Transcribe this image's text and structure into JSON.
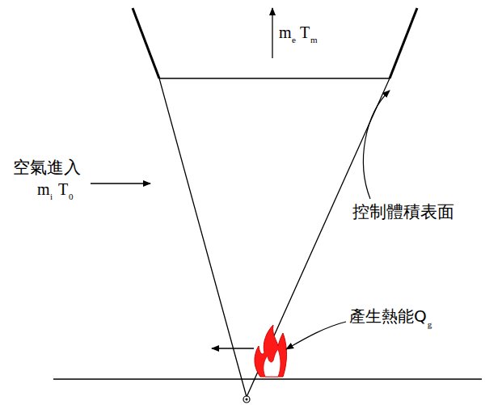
{
  "diagram": {
    "labels": [
      "空氣進入",
      "m",
      "i",
      "T",
      "0",
      "m",
      "e",
      "T",
      "m",
      "控制體積表面",
      "產生熱能Q",
      "g"
    ]
  }
}
